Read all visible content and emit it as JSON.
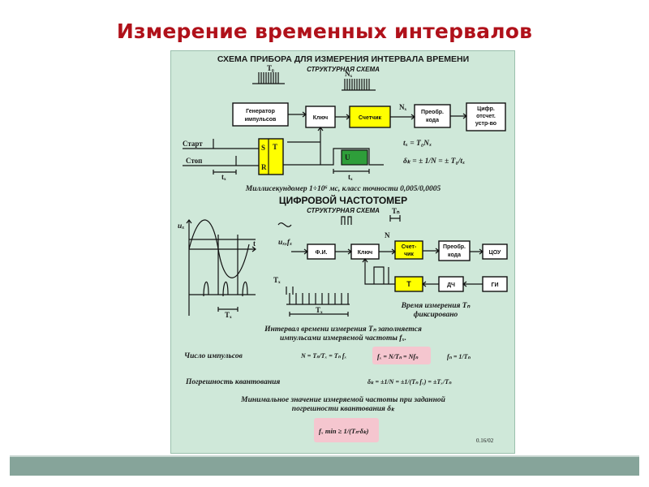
{
  "slide": {
    "title": "Измерение временных интервалов"
  },
  "figure": {
    "heading1": "СХЕМА ПРИБОРА ДЛЯ ИЗМЕРЕНИЯ ИНТЕРВАЛА ВРЕМЕНИ",
    "sub1": "СТРУКТУРНАЯ СХЕМА",
    "blocks1": {
      "generator_l1": "Генератор",
      "generator_l2": "импульсов",
      "key": "Ключ",
      "counter": "Счетчик",
      "conv_l1": "Преобр.",
      "conv_l2": "кода",
      "display_l1": "Цифр.",
      "display_l2": "отсчет.",
      "display_l3": "устр-во"
    },
    "labels1": {
      "t0": "Т₀",
      "nx": "Nₓ",
      "nx2": "Nₓ",
      "start": "Старт",
      "stop": "Стоп",
      "s": "S",
      "r": "R",
      "t": "Т",
      "u": "U",
      "tx1": "tₓ",
      "tx2": "tₓ",
      "formula1": "tₓ = Т₀Nₓ",
      "formula2": "δₖ = ± 1/N = ± T₀/tₓ"
    },
    "note1": "Миллисекундомер 1÷10⁶ мс, класс точности 0,005/0,0005",
    "heading2": "ЦИФРОВОЙ ЧАСТОТОМЕР",
    "sub2": "СТРУКТУРНАЯ СХЕМА",
    "blocks2": {
      "fi": "Ф.И.",
      "key": "Ключ",
      "counter_l1": "Счет-",
      "counter_l2": "чик",
      "conv_l1": "Преобр.",
      "conv_l2": "кода",
      "cou": "ЦОУ",
      "t": "Т",
      "dch": "ДЧ",
      "gi": "ГИ"
    },
    "labels2": {
      "ux": "uₓ",
      "ufx": "uₓ,fₓ",
      "t_axis": "t",
      "tx_a": "Tₓ",
      "tx_b": "Tₓ",
      "tx_c": "Tₓ",
      "tn": "Тₙ",
      "n": "N"
    },
    "note2_l1": "Время измерения Tₙ",
    "note2_l2": "фиксировано",
    "note3_l1": "Интервал времени измерения Tₙ заполняется",
    "note3_l2": "импульсами измеряемой частоты fₓ.",
    "pulses_label": "Число импульсов",
    "pulses_formula": "N = Tₙ/Tₓ = Tₙ fₓ",
    "pink_formula1": "fₓ = N/Tₙ = Nfₙ",
    "fn_formula": "fₙ = 1/Tₙ",
    "quant_label": "Погрешность квантования",
    "quant_formula": "δₖ = ±1/N = ±1/(Tₙ fₓ) = ±Tₓ/Tₙ",
    "note4_l1": "Минимальное значение измеряемой частоты при заданной",
    "note4_l2": "погрешности квантования δₖ",
    "pink_formula2": "fₓ min ≥ 1/(Tₙ·δₖ)",
    "page_num": "0.16/02"
  }
}
